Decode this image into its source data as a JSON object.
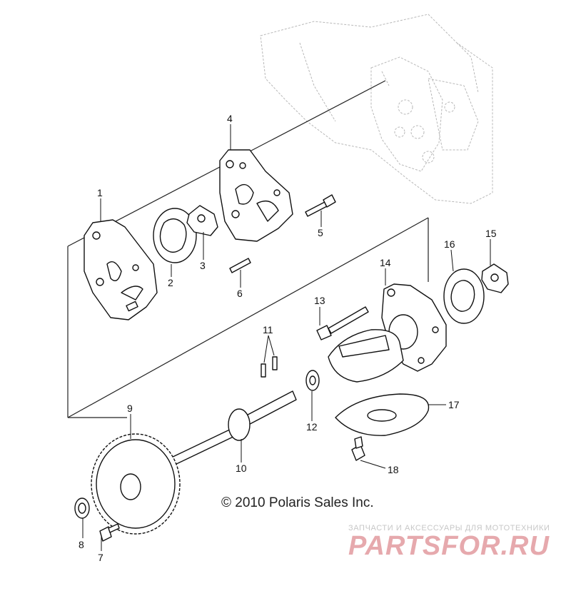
{
  "copyright": "© 2010 Polaris Sales Inc.",
  "watermark": {
    "tagline": "ЗАПЧАСТИ И АКСЕССУАРЫ ДЛЯ МОТОТЕХНИКИ",
    "brand": "PARTSFOR.RU",
    "color": "#e6a9ad"
  },
  "callouts": {
    "c1": "1",
    "c2": "2",
    "c3": "3",
    "c4": "4",
    "c5": "5",
    "c6": "6",
    "c7": "7",
    "c8": "8",
    "c9": "9",
    "c10": "10",
    "c11": "11",
    "c12": "12",
    "c13": "13",
    "c14": "14",
    "c15": "15",
    "c16": "16",
    "c17": "17",
    "c18": "18"
  }
}
